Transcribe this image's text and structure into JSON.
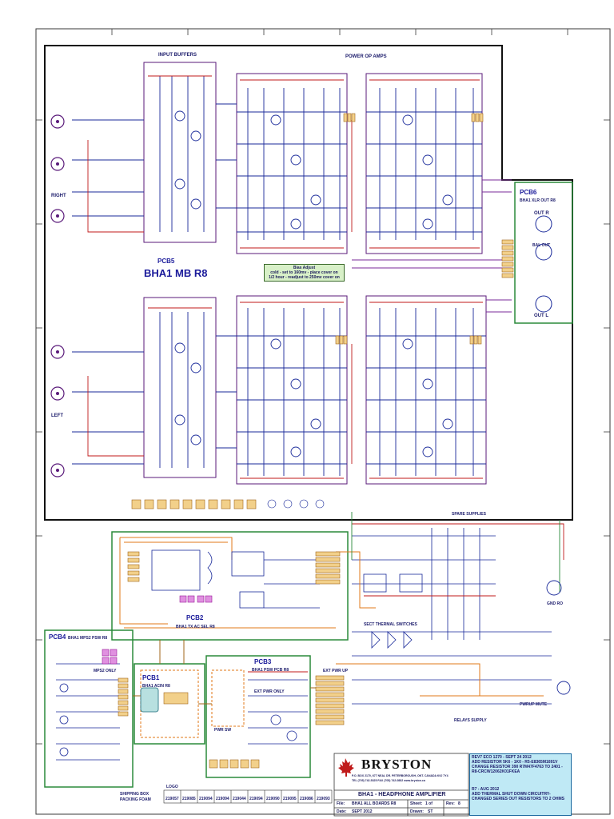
{
  "sections": {
    "input_buffers": "INPUT BUFFERS",
    "power_op_amps": "POWER OP AMPS",
    "bias_supplies": "SPARE SUPPLIES"
  },
  "boards": {
    "pcb5": {
      "id": "PCB5",
      "name": "BHA1 MB R8"
    },
    "pcb6": {
      "id": "PCB6",
      "name": "BHA1 XLR OUT R8"
    },
    "pcb2": {
      "id": "PCB2",
      "name": "BHA1 TX AC SEL R8"
    },
    "pcb3": {
      "id": "PCB3",
      "name": "BHA1 PSW PCB R8"
    },
    "pcb4": {
      "id": "PCB4",
      "name": "BHA1 MPS2 PSW R8"
    },
    "pcb1": {
      "id": "PCB1",
      "name": "BHA1 ACIN R8"
    }
  },
  "channels": {
    "right": "RIGHT",
    "left": "LEFT"
  },
  "outputs": {
    "out_r": "OUT R",
    "bal_out": "BAL OUT",
    "out_l": "OUT L"
  },
  "bias_note": [
    "Bias Adjust",
    "cold - set to 160mv - place cover on",
    "1/2 hour - readjust to 250mv cover on"
  ],
  "misc_labels": {
    "mps2_only": "MPS2 ONLY",
    "pwr_sw": "PWR SW",
    "ext_pwr_up": "EXT PWR UP",
    "relays_supply": "RELAYS SUPPLY",
    "pwrup_mute": "PWRUP MUTE",
    "gnd": "GND RO",
    "ext_pwr_only": "EXT PWR ONLY",
    "sect_thermal": "SECT THERMAL SWITCHES"
  },
  "title_block": {
    "company": "BRYSTON",
    "address": "P.O. BOX 2170, 677 NEAL DR. PETERBOROUGH, ONT. CANADA K9J 7Y4",
    "phone": "TEL (705) 742-5325   FAX (705) 742-0882   www.bryston.ca",
    "title": "BHA1 - HEADPHONE AMPLIFIER",
    "file_label": "File:",
    "file": "BHA1 ALL BOARDS R8",
    "sheet_label": "Sheet:",
    "sheet": "1 of",
    "rev_label": "Rev:",
    "rev": "8",
    "date_label": "Date:",
    "date": "SEPT 2012",
    "drawn_label": "Drawn:",
    "drawn": "ST"
  },
  "eco": [
    "REV7 ECO 1270 - SEPT 24 2012",
    "ADD RESISTOR 5K6 - 1K0 - R5-E8365M1691V",
    "CHANGE RESISTOR 390 R7M47F4763 TO 2401 -",
    "R8-CRCW12062K01FKEA",
    "R7 - AUG 2012",
    "ADD THERMAL SHUT DOWN CIRCUITRY-",
    "CHANGED SERIES OUT RESISTORS TO 2 OHMS"
  ],
  "stickers": [
    "SHIPPING BOX",
    "PACKING FOAM",
    "LOGO"
  ],
  "bom_parts": [
    "219057",
    "219085",
    "219094",
    "219094",
    "219044",
    "219094",
    "219090",
    "219095",
    "219086",
    "219093"
  ]
}
